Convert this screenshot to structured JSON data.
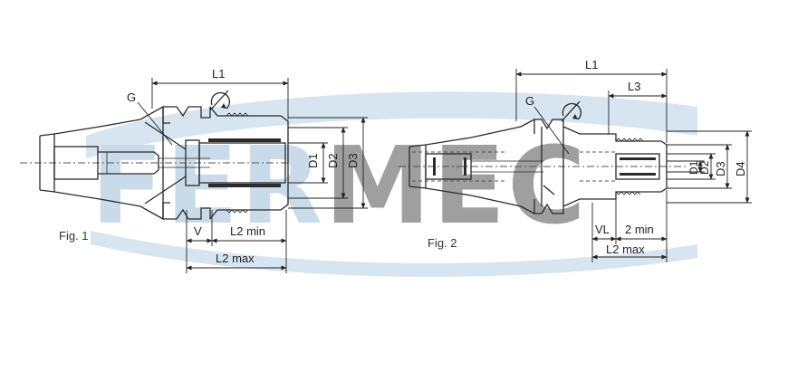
{
  "watermark": {
    "text": "FERMEC",
    "color_blue": "#c9dbe9",
    "color_gray": "#8e8e8e",
    "swoosh_color": "#d7e5f0"
  },
  "figure1": {
    "caption": "Fig. 1",
    "labels": {
      "L1": "L1",
      "G": "G",
      "D1": "D1",
      "D2": "D2",
      "D3": "D3",
      "V": "V",
      "L2min": "L2 min",
      "L2max": "L2 max"
    }
  },
  "figure2": {
    "caption": "Fig. 2",
    "labels": {
      "L1": "L1",
      "L3": "L3",
      "G": "G",
      "D1": "D1",
      "D2": "D2",
      "D3": "D3",
      "D4": "D4",
      "VL": "VL",
      "min2": "2 min",
      "L2max": "L2 max"
    }
  }
}
